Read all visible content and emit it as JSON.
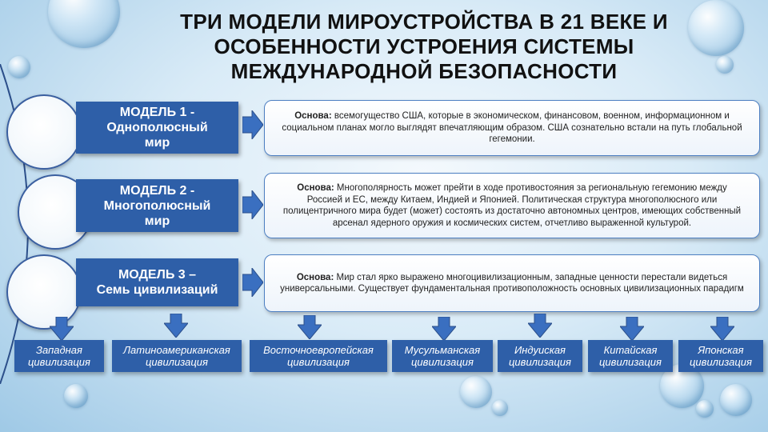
{
  "title": "ТРИ МОДЕЛИ МИРОУСТРОЙСТВА В 21 ВЕКЕ И ОСОБЕННОСТИ УСТРОЕНИЯ СИСТЕМЫ МЕЖДУНАРОДНОЙ БЕЗОПАСНОСТИ",
  "models": [
    {
      "line1": "МОДЕЛЬ 1 -",
      "line2": "Однополюсный",
      "line3": "мир",
      "basis_label": "Основа:",
      "basis_text": " всемогущество США, которые в экономическом, финансовом, военном, информационном и социальном планах могло выглядят впечатляющим образом. США сознательно встали на путь глобальной гегемонии."
    },
    {
      "line1": "МОДЕЛЬ 2 -",
      "line2": "Многополюсный",
      "line3": "мир",
      "basis_label": "Основа:",
      "basis_text": " Многополярность может прейти в ходе противостояния за региональную гегемонию между Россией и ЕС, между Китаем, Индией и Японией. Политическая структура многополюсного или полицентричного мира будет (может) состоять из достаточно автономных центров, имеющих собственный арсенал ядерного оружия и космических систем, отчетливо выраженной культурой."
    },
    {
      "line1": "МОДЕЛЬ 3 –",
      "line2": "Семь цивилизаций",
      "line3": "",
      "basis_label": "Основа:",
      "basis_text": " Мир стал ярко выражено многоцивилизационным, западные ценности перестали видеться универсальными. Существует фундаментальная противоположность основных цивилизационных парадигм"
    }
  ],
  "civilizations": [
    "Западная цивилизация",
    "Латиноамериканская цивилизация",
    "Восточноевропейская цивилизация",
    "Мусульманская цивилизация",
    "Индуиская цивилизация",
    "Китайская цивилизация",
    "Японская цивилизация"
  ],
  "colors": {
    "box": "#2e5fa8",
    "arrow": "#3a6fc0",
    "border": "#4d7fc2"
  }
}
